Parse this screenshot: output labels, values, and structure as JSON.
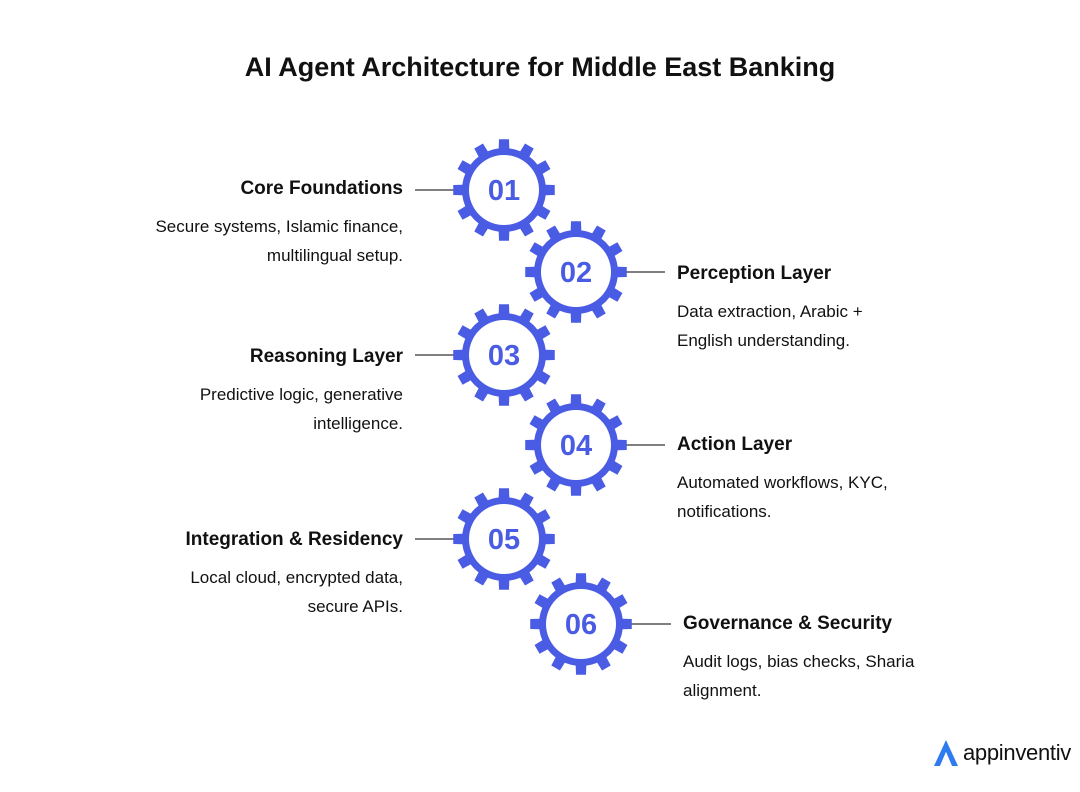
{
  "title": "AI Agent Architecture for Middle East Banking",
  "colors": {
    "gear": "#4a5ce3",
    "number": "#4a5ce3",
    "connector": "#555555"
  },
  "steps": [
    {
      "number": "01",
      "title": "Core Foundations",
      "description": "Secure systems, Islamic finance, multilingual setup."
    },
    {
      "number": "02",
      "title": "Perception Layer",
      "description": "Data extraction, Arabic + English understanding."
    },
    {
      "number": "03",
      "title": "Reasoning Layer",
      "description": "Predictive logic, generative intelligence."
    },
    {
      "number": "04",
      "title": "Action Layer",
      "description": "Automated workflows, KYC, notifications."
    },
    {
      "number": "05",
      "title": "Integration & Residency",
      "description": "Local cloud, encrypted data, secure APIs."
    },
    {
      "number": "06",
      "title": "Governance & Security",
      "description": "Audit logs, bias checks, Sharia alignment."
    }
  ],
  "brand": {
    "name": "appinventiv",
    "logo_icon": "appinventiv-logo-icon"
  }
}
